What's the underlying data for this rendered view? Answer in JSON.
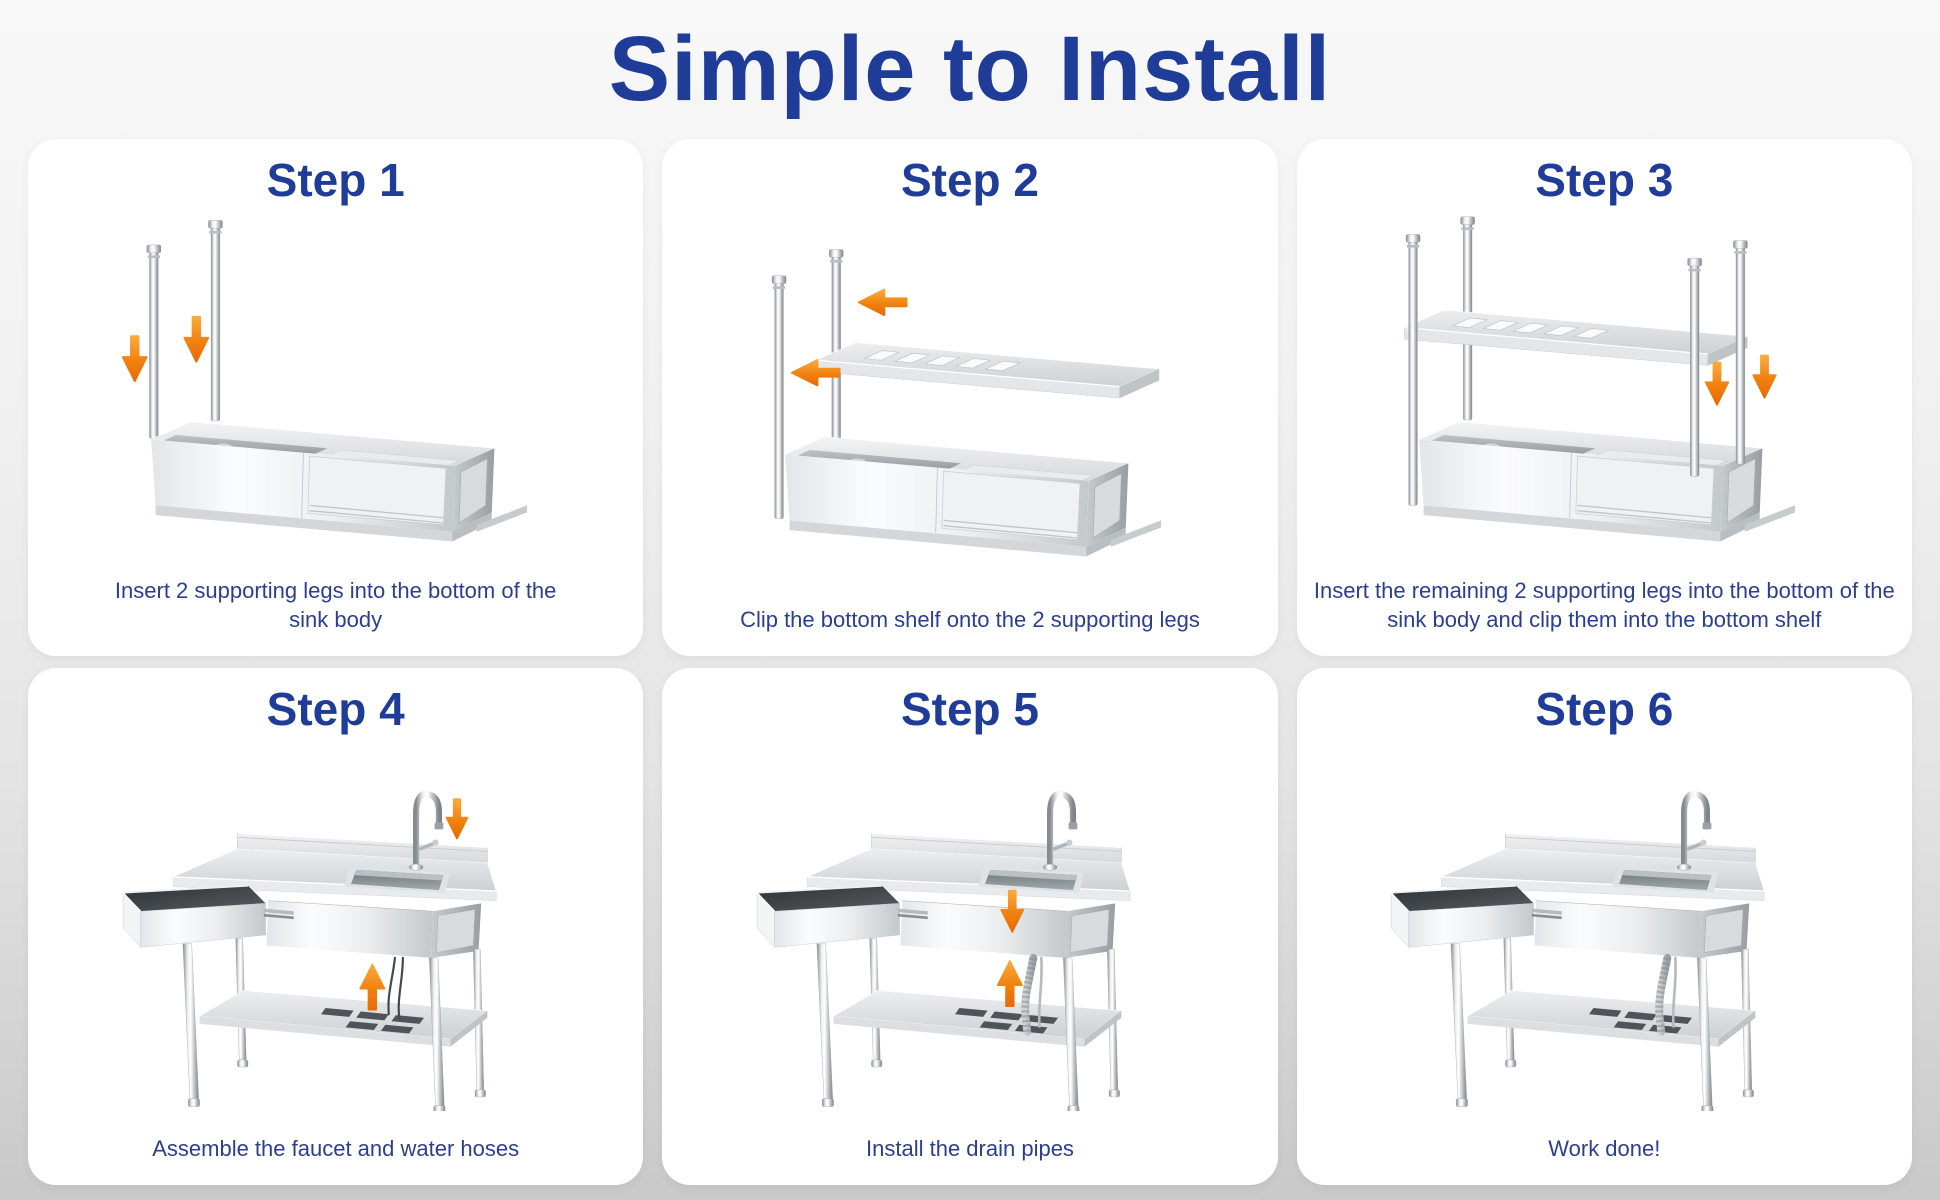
{
  "page": {
    "title": "Simple to Install"
  },
  "colors": {
    "accent_blue": "#1f3c99",
    "caption_blue": "#2c3e94",
    "arrow_orange": "#f0810f",
    "card_background": "#ffffff",
    "page_background_top": "#f8f8f8",
    "page_background_bottom": "#c9c9c9"
  },
  "icons": {
    "down_arrow": "orange arrow pointing down",
    "left_arrow": "orange arrow pointing left",
    "up_arrow": "orange arrow pointing up"
  },
  "steps": [
    {
      "label": "Step 1",
      "caption": "Insert 2 supporting legs into the bottom of the sink body",
      "arrows": [
        "down",
        "down"
      ]
    },
    {
      "label": "Step 2",
      "caption": "Clip the bottom shelf onto the 2 supporting legs",
      "arrows": [
        "left",
        "left"
      ]
    },
    {
      "label": "Step 3",
      "caption": "Insert the remaining 2 supporting legs into the bottom of the sink body and clip them into the bottom shelf",
      "arrows": [
        "down",
        "down"
      ]
    },
    {
      "label": "Step 4",
      "caption": "Assemble the faucet and water hoses",
      "arrows": [
        "down",
        "up"
      ]
    },
    {
      "label": "Step 5",
      "caption": "Install the drain pipes",
      "arrows": [
        "down",
        "up"
      ]
    },
    {
      "label": "Step 6",
      "caption": "Work done!",
      "arrows": []
    }
  ]
}
